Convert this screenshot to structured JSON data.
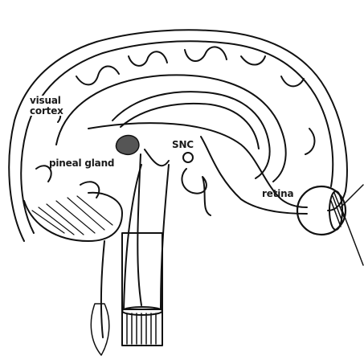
{
  "labels": {
    "visual_cortex": "visual\ncortex",
    "pineal_gland": "pineal gland",
    "snc": "SNC",
    "retina": "retina"
  },
  "colors": {
    "ink": "#111111",
    "gland_fill": "#555555",
    "background": "#ffffff"
  }
}
